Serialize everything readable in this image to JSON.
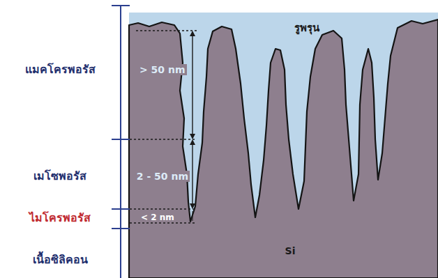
{
  "diagram": {
    "labels": [
      "แมคโครพอรัส",
      "> 50 nm",
      "รูพรุน",
      "เมโซพอรัส",
      "2 - 50 nm",
      "ไมโครพอรัส",
      "< 2 nm",
      "เนื้อซิลิคอน",
      "Si"
    ]
  }
}
